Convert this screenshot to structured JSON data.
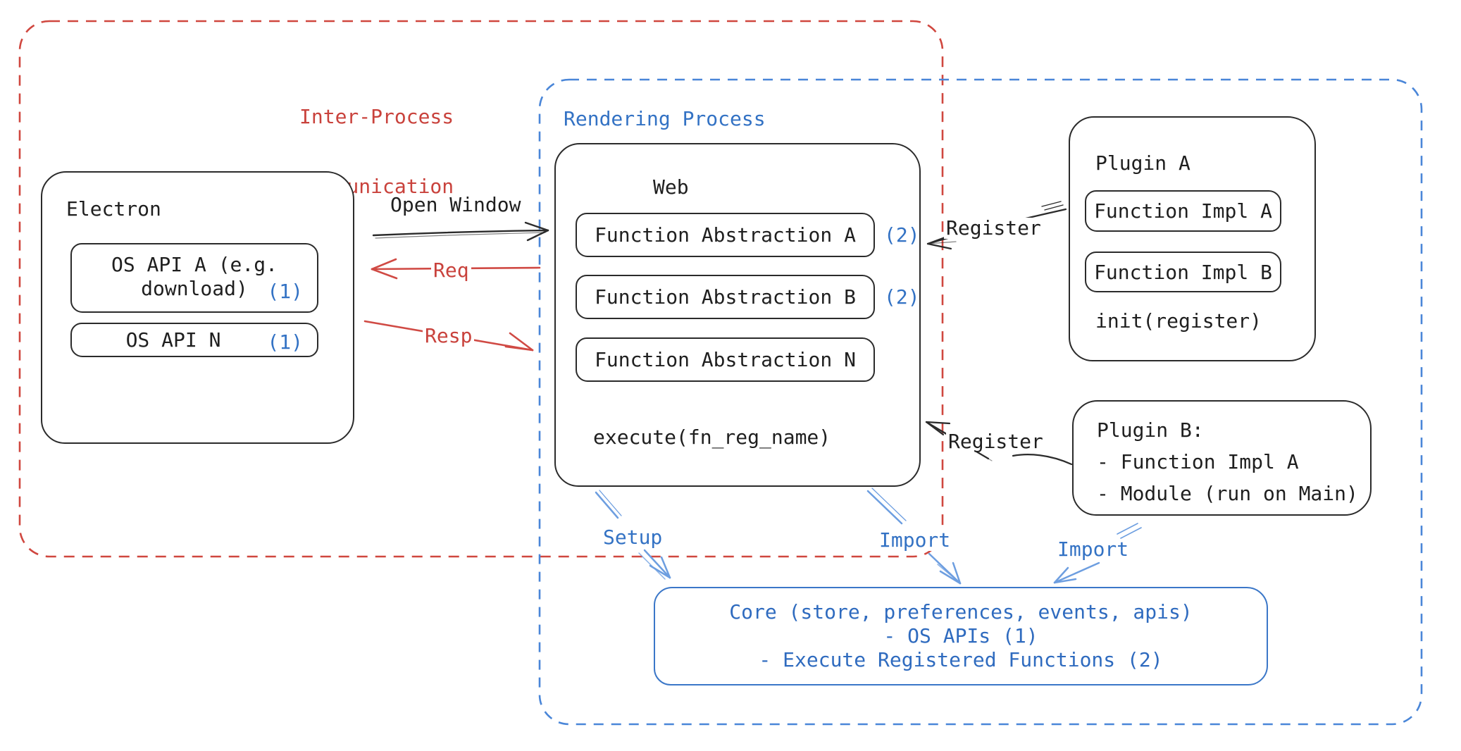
{
  "colors": {
    "red_accent": "#c9423c",
    "blue_accent": "#3372c4",
    "blue_arrow": "#6d9ee0",
    "ink": "#1f1f1f"
  },
  "ipc_region": {
    "label_line1": "Inter-Process",
    "label_line2": "Communication"
  },
  "rendering_region": {
    "label": "Rendering Process"
  },
  "electron": {
    "title": "Electron",
    "os_api_a": {
      "line1": "OS API A (e.g.",
      "line2": "download)",
      "badge": "(1)"
    },
    "os_api_n": {
      "label": "OS API N",
      "badge": "(1)"
    }
  },
  "web": {
    "title": "Web",
    "fn_a": {
      "label": "Function Abstraction A",
      "badge": "(2)"
    },
    "fn_b": {
      "label": "Function Abstraction B",
      "badge": "(2)"
    },
    "fn_n": {
      "label": "Function Abstraction N"
    },
    "execute": "execute(fn_reg_name)"
  },
  "plugin_a": {
    "title": "Plugin A",
    "impl_a": "Function Impl A",
    "impl_b": "Function Impl B",
    "init": "init(register)"
  },
  "plugin_b": {
    "title": "Plugin B:",
    "item1": "- Function Impl A",
    "item2": "- Module (run on Main)"
  },
  "core": {
    "line1": "Core (store, preferences, events, apis)",
    "line2": "- OS APIs (1)",
    "line3": "- Execute Registered Functions (2)"
  },
  "arrows": {
    "open_window": "Open Window",
    "req": "Req",
    "resp": "Resp",
    "register_a": "Register",
    "register_b": "Register",
    "setup": "Setup",
    "import_web": "Import",
    "import_plugin": "Import"
  }
}
